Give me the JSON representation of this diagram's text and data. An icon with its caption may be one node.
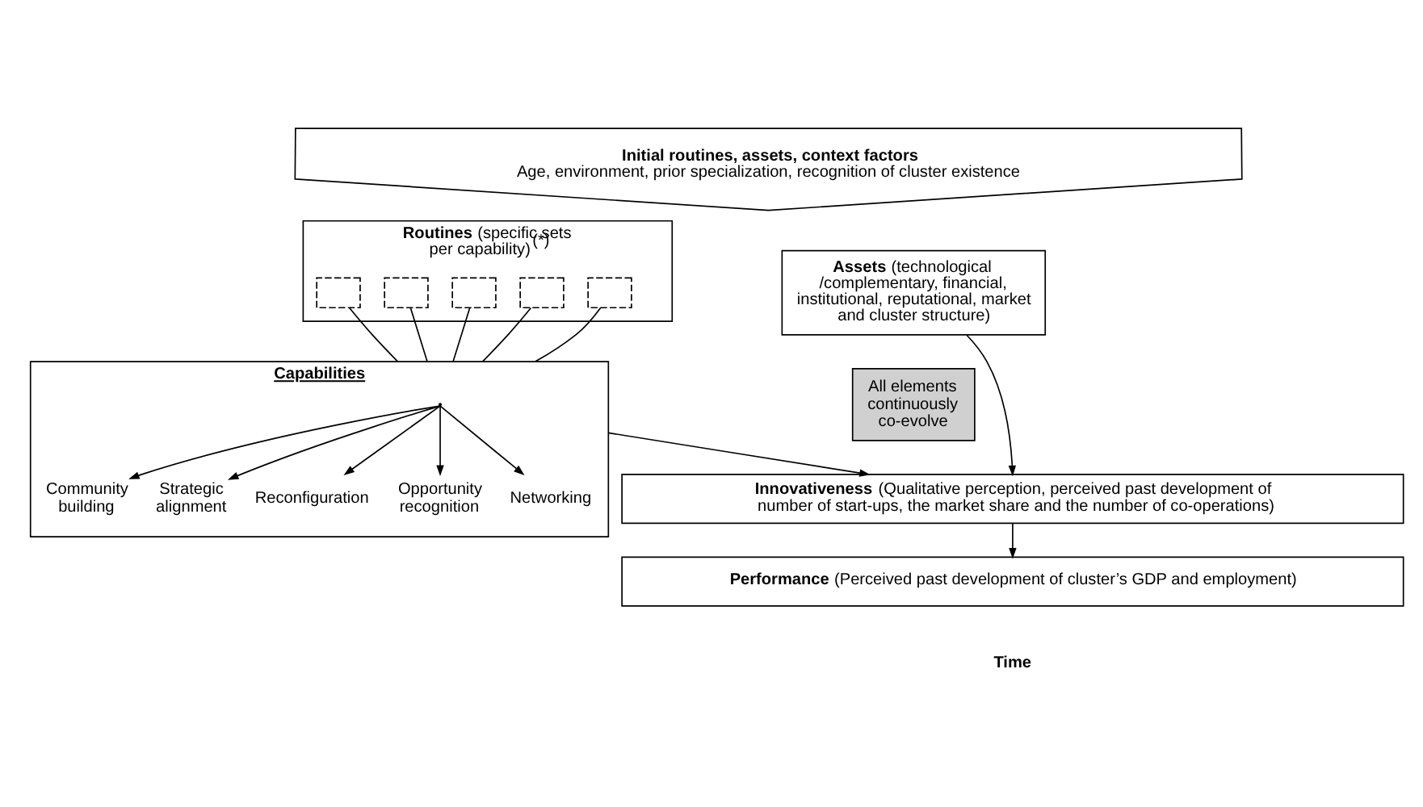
{
  "diagram": {
    "nodes": [
      {
        "text": [
          "Initial routines, assets, context factors",
          "Age, environment, prior specialization, recognition of cluster existence"
        ]
      },
      {
        "text": [
          "**Routines** (specific sets per capability)$^{(*)}$"
        ]
      },
      {
        "text": [],
        "shape": "box",
        "in": 1
      },
      {
        "text": [],
        "shape": "box",
        "in": 1
      },
      {
        "text": [],
        "shape": "box",
        "in": 1
      },
      {
        "text": [],
        "shape": "box",
        "in": 1
      },
      {
        "text": [],
        "shape": "box",
        "in": 1
      },
      {
        "text": [
          "**Assets** (technological /complementary, financial, institutional, reputational, market and cluster structure)"
        ]
      },
      {
        "text": [
          "Capabilities"
        ]
      },
      {
        "text": [
          "Community building"
        ],
        "in": 8
      },
      {
        "text": [
          "Strategic alignment"
        ],
        "in": 8
      },
      {
        "text": [
          "Reconfiguration"
        ],
        "in": 8
      },
      {
        "text": [
          "Opportunity recognition"
        ],
        "in": 8
      },
      {
        "text": [
          "Networking"
        ],
        "in": 8
      },
      {
        "text": [
          "All elements continuously co-evolve"
        ]
      },
      {
        "text": [
          "**Innovativeness** (Qualitative perception, perceived past development of number of start-ups, the market share and the number of co-operations)"
        ]
      },
      {
        "text": [
          "**Performance** (Perceived past development of cluster’s GDP and employment)"
        ]
      }
    ],
    "edges": [
      {
        "from": 2,
        "to": 8,
        "arrow": "none"
      },
      {
        "from": 3,
        "to": 8,
        "arrow": "none"
      },
      {
        "from": 4,
        "to": 8,
        "arrow": "none"
      },
      {
        "from": 5,
        "to": 8,
        "arrow": "none"
      },
      {
        "from": 6,
        "to": 8,
        "arrow": "none"
      },
      {
        "from": 8,
        "to": 9,
        "arrow": "to"
      },
      {
        "from": 8,
        "to": 10,
        "arrow": "to"
      },
      {
        "from": 8,
        "to": 11,
        "arrow": "to"
      },
      {
        "from": 8,
        "to": 12,
        "arrow": "to"
      },
      {
        "from": 8,
        "to": 13,
        "arrow": "to"
      },
      {
        "from": 8,
        "to": 15,
        "arrow": "to"
      },
      {
        "from": 7,
        "to": 15,
        "arrow": "to"
      },
      {
        "from": 15,
        "to": 16,
        "arrow": "to"
      }
    ],
    "labels": [
      "Time"
    ]
  }
}
